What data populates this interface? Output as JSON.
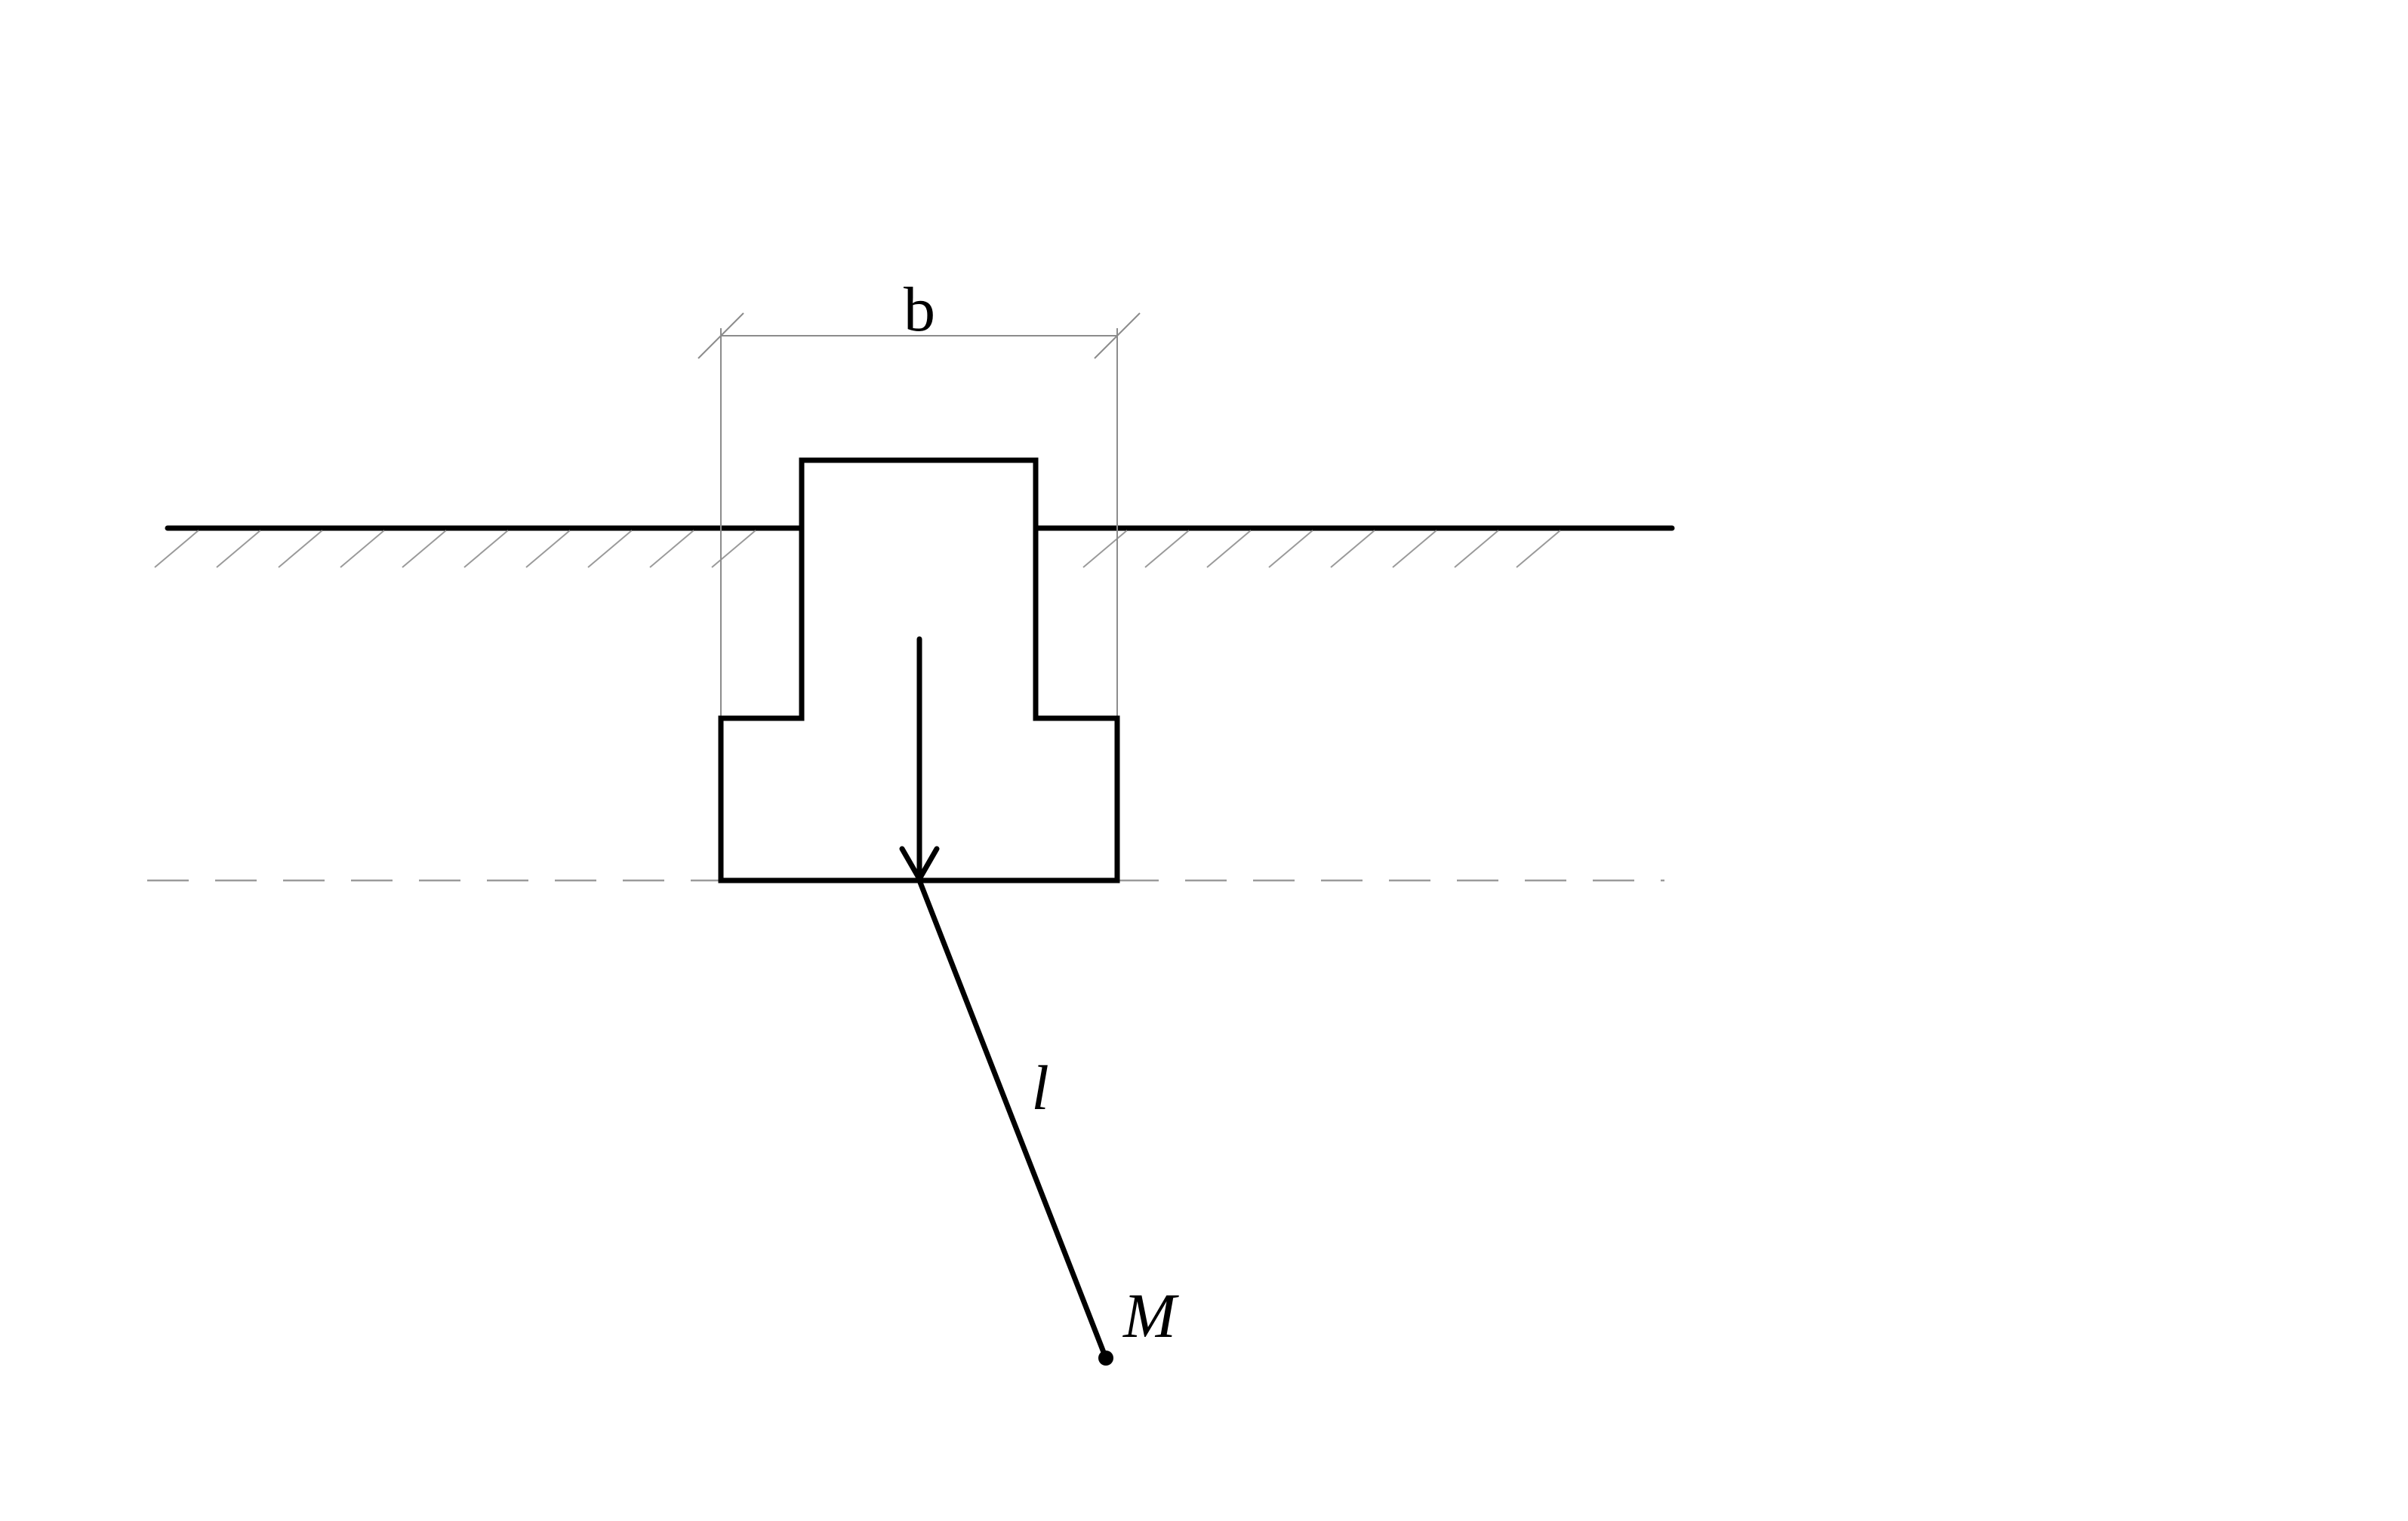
{
  "labels": {
    "width": "b",
    "distance": "l",
    "point": "M"
  }
}
